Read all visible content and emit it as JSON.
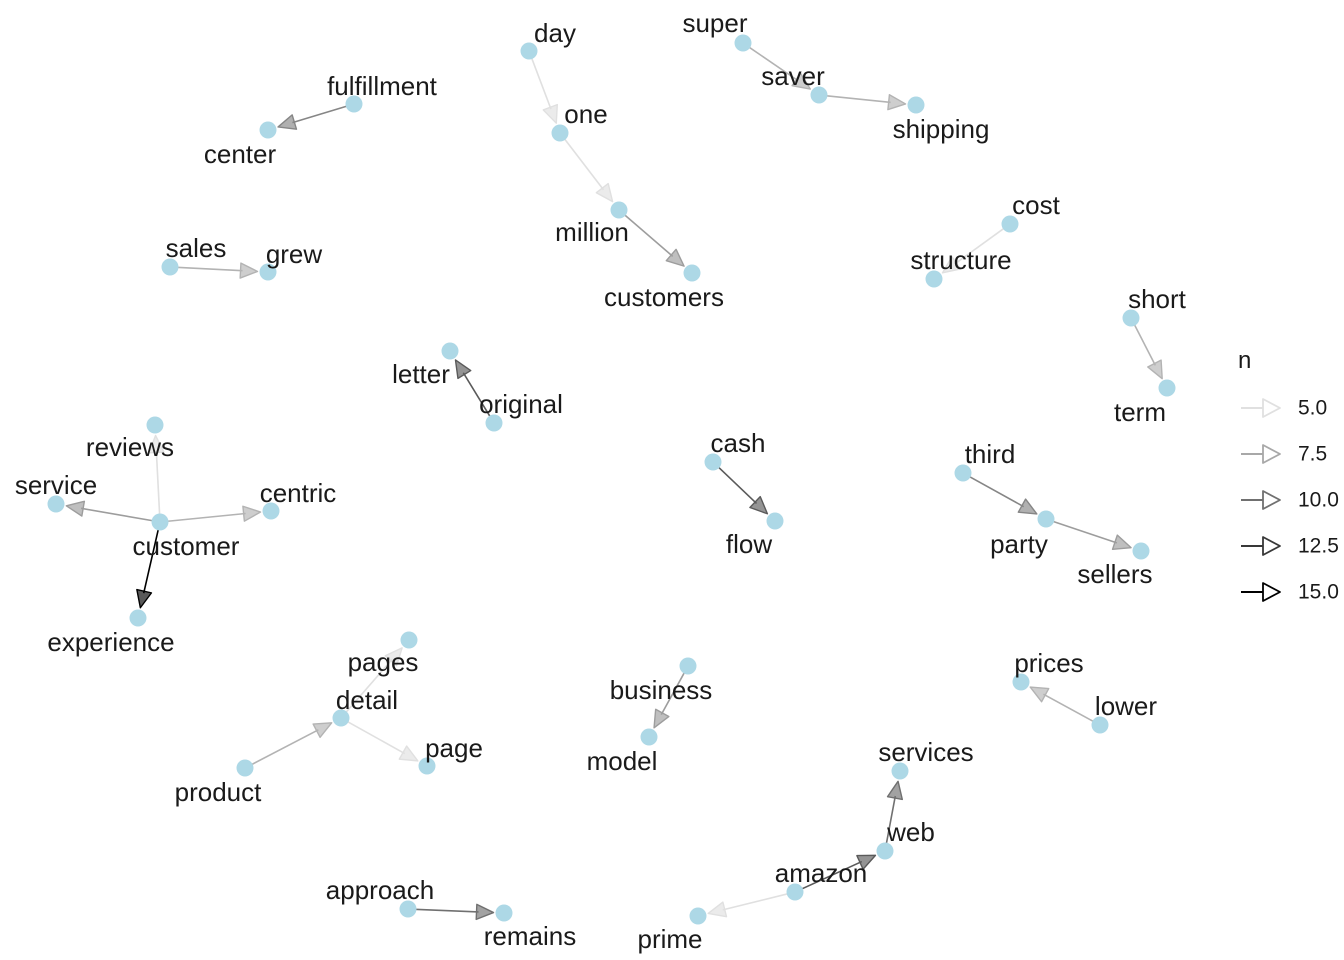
{
  "diagram": {
    "type": "bigram-network",
    "node_color": "#add8e6",
    "edge_color_low": "#e0e0e0",
    "edge_color_high": "#000000",
    "nodes": [
      {
        "id": "fulfillment",
        "label": "fulfillment"
      },
      {
        "id": "center",
        "label": "center"
      },
      {
        "id": "day",
        "label": "day"
      },
      {
        "id": "one",
        "label": "one"
      },
      {
        "id": "million",
        "label": "million"
      },
      {
        "id": "customers",
        "label": "customers"
      },
      {
        "id": "super",
        "label": "super"
      },
      {
        "id": "saver",
        "label": "saver"
      },
      {
        "id": "shipping",
        "label": "shipping"
      },
      {
        "id": "sales",
        "label": "sales"
      },
      {
        "id": "grew",
        "label": "grew"
      },
      {
        "id": "cost",
        "label": "cost"
      },
      {
        "id": "structure",
        "label": "structure"
      },
      {
        "id": "short",
        "label": "short"
      },
      {
        "id": "term",
        "label": "term"
      },
      {
        "id": "letter",
        "label": "letter"
      },
      {
        "id": "original",
        "label": "original"
      },
      {
        "id": "reviews",
        "label": "reviews"
      },
      {
        "id": "service",
        "label": "service"
      },
      {
        "id": "customer",
        "label": "customer"
      },
      {
        "id": "centric",
        "label": "centric"
      },
      {
        "id": "experience",
        "label": "experience"
      },
      {
        "id": "cash",
        "label": "cash"
      },
      {
        "id": "flow",
        "label": "flow"
      },
      {
        "id": "third",
        "label": "third"
      },
      {
        "id": "party",
        "label": "party"
      },
      {
        "id": "sellers",
        "label": "sellers"
      },
      {
        "id": "pages",
        "label": "pages"
      },
      {
        "id": "detail",
        "label": "detail"
      },
      {
        "id": "page",
        "label": "page"
      },
      {
        "id": "product",
        "label": "product"
      },
      {
        "id": "business",
        "label": "business"
      },
      {
        "id": "model",
        "label": "model"
      },
      {
        "id": "prices",
        "label": "prices"
      },
      {
        "id": "lower",
        "label": "lower"
      },
      {
        "id": "services",
        "label": "services"
      },
      {
        "id": "web",
        "label": "web"
      },
      {
        "id": "amazon",
        "label": "amazon"
      },
      {
        "id": "prime",
        "label": "prime"
      },
      {
        "id": "approach",
        "label": "approach"
      },
      {
        "id": "remains",
        "label": "remains"
      }
    ],
    "edges": [
      {
        "from": "fulfillment",
        "to": "center",
        "n": 9
      },
      {
        "from": "day",
        "to": "one",
        "n": 5
      },
      {
        "from": "one",
        "to": "million",
        "n": 5
      },
      {
        "from": "million",
        "to": "customers",
        "n": 8
      },
      {
        "from": "super",
        "to": "saver",
        "n": 7
      },
      {
        "from": "saver",
        "to": "shipping",
        "n": 7
      },
      {
        "from": "sales",
        "to": "grew",
        "n": 7
      },
      {
        "from": "cost",
        "to": "structure",
        "n": 5
      },
      {
        "from": "short",
        "to": "term",
        "n": 7
      },
      {
        "from": "original",
        "to": "letter",
        "n": 11
      },
      {
        "from": "customer",
        "to": "reviews",
        "n": 5
      },
      {
        "from": "customer",
        "to": "service",
        "n": 8
      },
      {
        "from": "customer",
        "to": "centric",
        "n": 7
      },
      {
        "from": "customer",
        "to": "experience",
        "n": 15
      },
      {
        "from": "cash",
        "to": "flow",
        "n": 11
      },
      {
        "from": "third",
        "to": "party",
        "n": 9
      },
      {
        "from": "party",
        "to": "sellers",
        "n": 8
      },
      {
        "from": "detail",
        "to": "pages",
        "n": 5
      },
      {
        "from": "detail",
        "to": "page",
        "n": 5
      },
      {
        "from": "product",
        "to": "detail",
        "n": 7
      },
      {
        "from": "business",
        "to": "model",
        "n": 8
      },
      {
        "from": "lower",
        "to": "prices",
        "n": 7
      },
      {
        "from": "web",
        "to": "services",
        "n": 10
      },
      {
        "from": "amazon",
        "to": "web",
        "n": 11
      },
      {
        "from": "amazon",
        "to": "prime",
        "n": 5
      },
      {
        "from": "approach",
        "to": "remains",
        "n": 10
      }
    ]
  },
  "legend": {
    "title": "n",
    "entries": [
      {
        "label": "5.0",
        "value": 5
      },
      {
        "label": "7.5",
        "value": 7.5
      },
      {
        "label": "10.0",
        "value": 10
      },
      {
        "label": "12.5",
        "value": 12.5
      },
      {
        "label": "15.0",
        "value": 15
      }
    ]
  }
}
